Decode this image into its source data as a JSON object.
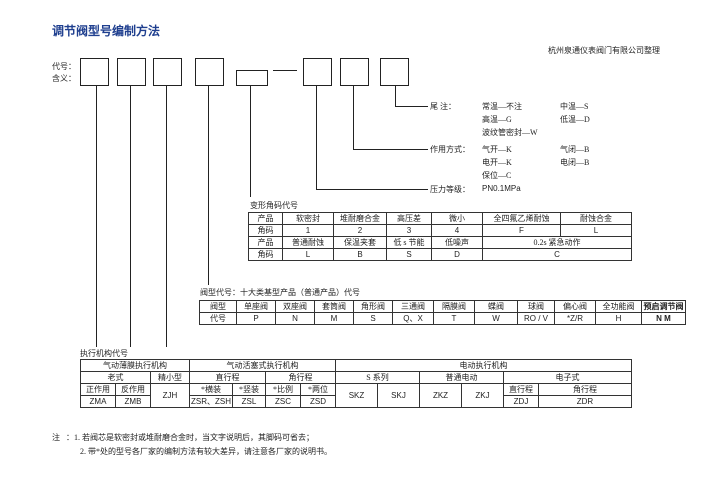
{
  "title": "调节阀型号编制方法",
  "company": "杭州泉通仪表阀门有限公司整理",
  "labels": {
    "code": "代号：",
    "meaning": "含义："
  },
  "suffix": {
    "label": "尾    注：",
    "r1": [
      "常温—不注",
      "中温—S"
    ],
    "r2": [
      "高温—G",
      "低温—D"
    ],
    "r3": "波纹管密封—W"
  },
  "action": {
    "label": "作用方式：",
    "r1": [
      "气开—K",
      "气闭—B"
    ],
    "r2": [
      "电开—K",
      "电闭—B"
    ],
    "r3": "保位—C"
  },
  "pressure": {
    "label": "压力等级：",
    "value": "PN0.1MPa"
  },
  "variant": {
    "title": "变形角码代号",
    "rows": [
      [
        "产品",
        "软密封",
        "堆耐磨合金",
        "高压差",
        "微小",
        "全四氟乙烯耐蚀",
        "耐蚀合金"
      ],
      [
        "角码",
        "1",
        "2",
        "3",
        "4",
        "F",
        "L"
      ],
      [
        "产品",
        "普通耐蚀",
        "保温夹套",
        "低 s 节能",
        "低噪声",
        "0.2s 紧急动作"
      ],
      [
        "角码",
        "L",
        "B",
        "S",
        "D",
        "C"
      ]
    ]
  },
  "valve": {
    "title": "阀型代号：十大类基型产品（普通产品）代号",
    "rows": [
      [
        "阀型",
        "单座阀",
        "双座阀",
        "套筒阀",
        "角形阀",
        "三通阀",
        "隔膜阀",
        "蝶阀",
        "球阀",
        "偏心阀",
        "全功能阀",
        "预启调节阀"
      ],
      [
        "代号",
        "P",
        "N",
        "M",
        "S",
        "Q、X",
        "T",
        "W",
        "RO / V",
        "*Z/R",
        "H",
        "N M"
      ]
    ]
  },
  "actuator": {
    "title": "执行机构代号",
    "groups": [
      "气动薄膜执行机构",
      "气动活塞式执行机构",
      "电动执行机构"
    ],
    "sub": [
      "老式",
      "精小型",
      "直行程",
      "角行程",
      "S 系列",
      "普通电动",
      "电子式"
    ],
    "top": [
      "正作用",
      "反作用",
      "*横装",
      "*竖装",
      "*比例",
      "*两位",
      "直行程",
      "角行程"
    ],
    "codes": [
      "ZMA",
      "ZMB",
      "ZJH",
      "ZSR、ZSH",
      "ZSL",
      "ZSC",
      "ZSD",
      "SKZ",
      "SKJ",
      "ZKZ",
      "ZKJ",
      "ZDJ",
      "ZDR"
    ]
  },
  "notes": {
    "prefix": "注",
    "n1": "：1. 若阀芯是软密封或堆耐磨合金时，当文字说明后，其脚码可省去；",
    "n2": "2. 带*处的型号各厂家的编制方法有较大差异，请注意各厂家的说明书。"
  }
}
